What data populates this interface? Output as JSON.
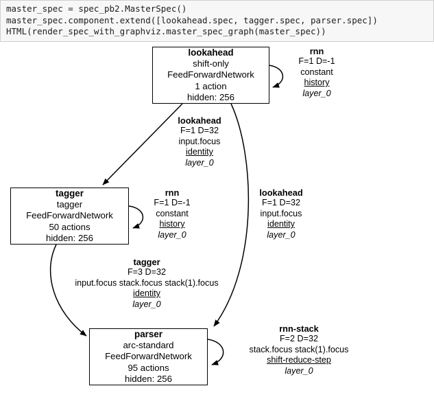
{
  "code_cell": {
    "lines": [
      "master_spec = spec_pb2.MasterSpec()",
      "master_spec.component.extend([lookahead.spec, tagger.spec, parser.spec])",
      "HTML(render_spec_with_graphviz.master_spec_graph(master_spec))"
    ]
  },
  "graph": {
    "nodes": [
      {
        "id": "lookahead",
        "title": "lookahead",
        "transition_system": "shift-only",
        "network": "FeedForwardNetwork",
        "actions": "1 action",
        "hidden": "hidden: 256"
      },
      {
        "id": "tagger",
        "title": "tagger",
        "transition_system": "tagger",
        "network": "FeedForwardNetwork",
        "actions": "50 actions",
        "hidden": "hidden: 256"
      },
      {
        "id": "parser",
        "title": "parser",
        "transition_system": "arc-standard",
        "network": "FeedForwardNetwork",
        "actions": "95 actions",
        "hidden": "hidden: 256"
      }
    ],
    "edges": [
      {
        "id": "lookahead-self",
        "title": "rnn",
        "fd": "F=1 D=-1",
        "source": "constant",
        "translator": "history",
        "layer": "layer_0"
      },
      {
        "id": "lookahead-to-tagger",
        "title": "lookahead",
        "fd": "F=1 D=32",
        "source": "input.focus",
        "translator": "identity",
        "layer": "layer_0"
      },
      {
        "id": "tagger-self",
        "title": "rnn",
        "fd": "F=1 D=-1",
        "source": "constant",
        "translator": "history",
        "layer": "layer_0"
      },
      {
        "id": "lookahead-to-parser",
        "title": "lookahead",
        "fd": "F=1 D=32",
        "source": "input.focus",
        "translator": "identity",
        "layer": "layer_0"
      },
      {
        "id": "tagger-to-parser",
        "title": "tagger",
        "fd": "F=3 D=32",
        "source": "input.focus stack.focus stack(1).focus",
        "translator": "identity",
        "layer": "layer_0"
      },
      {
        "id": "parser-self",
        "title": "rnn-stack",
        "fd": "F=2 D=32",
        "source": "stack.focus stack(1).focus",
        "translator": "shift-reduce-step",
        "layer": "layer_0"
      }
    ]
  },
  "colors": {
    "cell_background": "#f7f7f7",
    "cell_border": "#cfcfcf",
    "node_border": "#000000",
    "node_fill": "#ffffff",
    "edge_stroke": "#000000",
    "text": "#000000"
  }
}
